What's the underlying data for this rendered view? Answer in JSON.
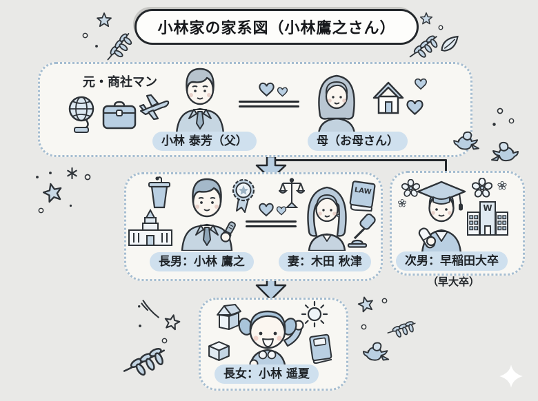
{
  "title": "小林家の家系図（小林鷹之さん）",
  "tree": {
    "parents_panel": {
      "father_note": "元・商社マン",
      "father_label": "小林 泰芳（父）",
      "mother_label": "母（お母さん）"
    },
    "couple_panel": {
      "eldest_son_label": "長男：小林 鷹之",
      "wife_label": "妻：木田 秋津",
      "law_book_text": "LAW"
    },
    "second_son_panel": {
      "label": "次男：早稲田大卒",
      "sublabel": "（早大卒）",
      "university_letter": "W"
    },
    "daughter_panel": {
      "eldest_daughter_label": "長女：小林 遥夏"
    }
  },
  "colors": {
    "background": "#e9e9e7",
    "panel_fill": "#f8f7f3",
    "dotted_border": "#a5bdd1",
    "label_pill": "#cfe0ee",
    "illustration_fill": "#b9cfe2",
    "outline": "#2e3338"
  }
}
